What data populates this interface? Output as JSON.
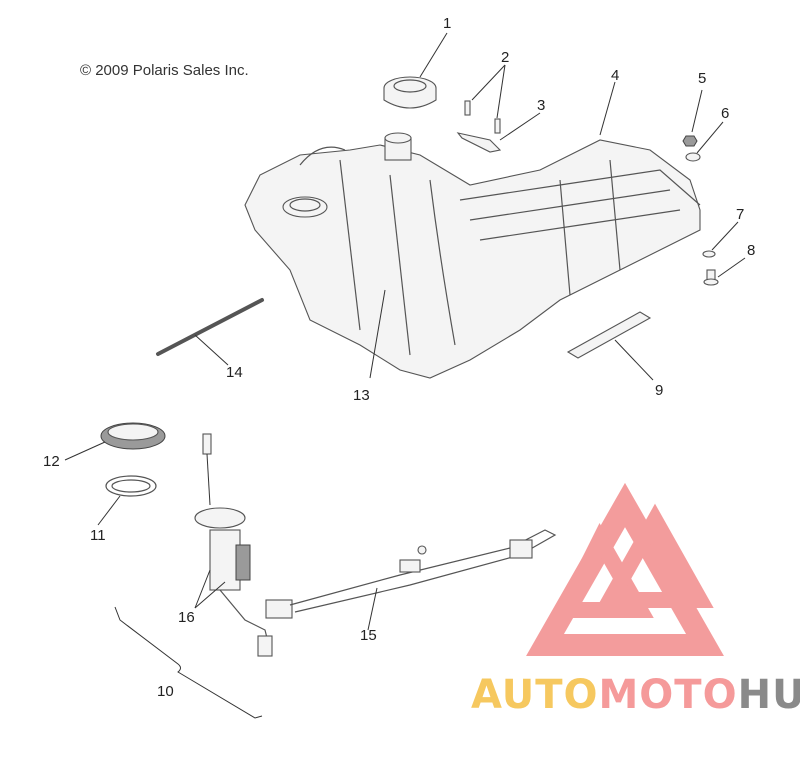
{
  "copyright": "© 2009 Polaris Sales Inc.",
  "callouts": [
    "1",
    "2",
    "3",
    "4",
    "5",
    "6",
    "7",
    "8",
    "9",
    "10",
    "11",
    "12",
    "13",
    "14",
    "15",
    "16"
  ],
  "watermark": {
    "word1": "AUTO",
    "word2": "MOTO",
    "word3": "HUB",
    "colors": {
      "auto": "#f6c85f",
      "moto": "#f59a9a",
      "hub": "#8a8a8a",
      "logo": "#f28b8b"
    }
  }
}
